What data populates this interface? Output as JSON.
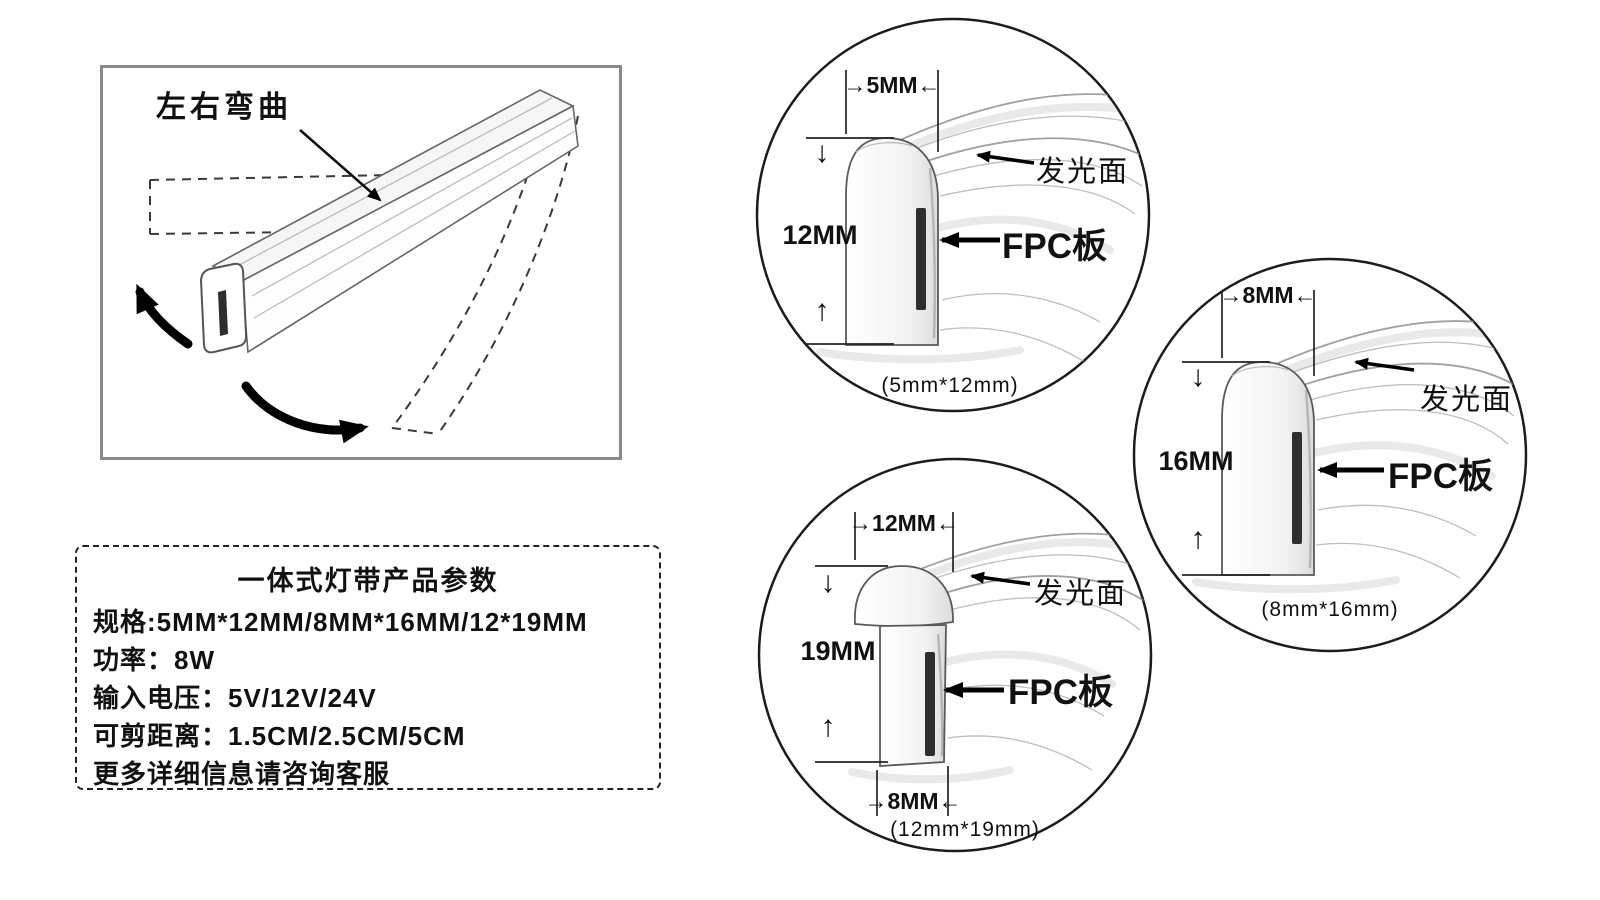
{
  "colors": {
    "ink": "#111111",
    "pencil": "#9a9a9a"
  },
  "bend_box": {
    "label": "左右弯曲"
  },
  "params_box": {
    "title": "一体式灯带产品参数",
    "lines": [
      "规格:5MM*12MM/8MM*16MM/12*19MM",
      "功率：8W",
      "输入电压：5V/12V/24V",
      "可剪距离：1.5CM/2.5CM/5CM",
      "更多详细信息请咨询客服"
    ]
  },
  "detail_circles": [
    {
      "width_dim": "→5MM←",
      "height_dim": "12MM",
      "down_arrow": "↓",
      "up_arrow": "↑",
      "glow_label": "发光面",
      "fpc_label": "FPC板",
      "caption": "(5mm*12mm)"
    },
    {
      "width_dim": "→8MM←",
      "height_dim": "16MM",
      "down_arrow": "↓",
      "up_arrow": "↑",
      "glow_label": "发光面",
      "fpc_label": "FPC板",
      "caption": "(8mm*16mm)"
    },
    {
      "width_dim": "→12MM←",
      "height_dim": "19MM",
      "bottom_dim": "→8MM←",
      "down_arrow": "↓",
      "up_arrow": "↑",
      "glow_label": "发光面",
      "fpc_label": "FPC板",
      "caption": "(12mm*19mm)"
    }
  ]
}
